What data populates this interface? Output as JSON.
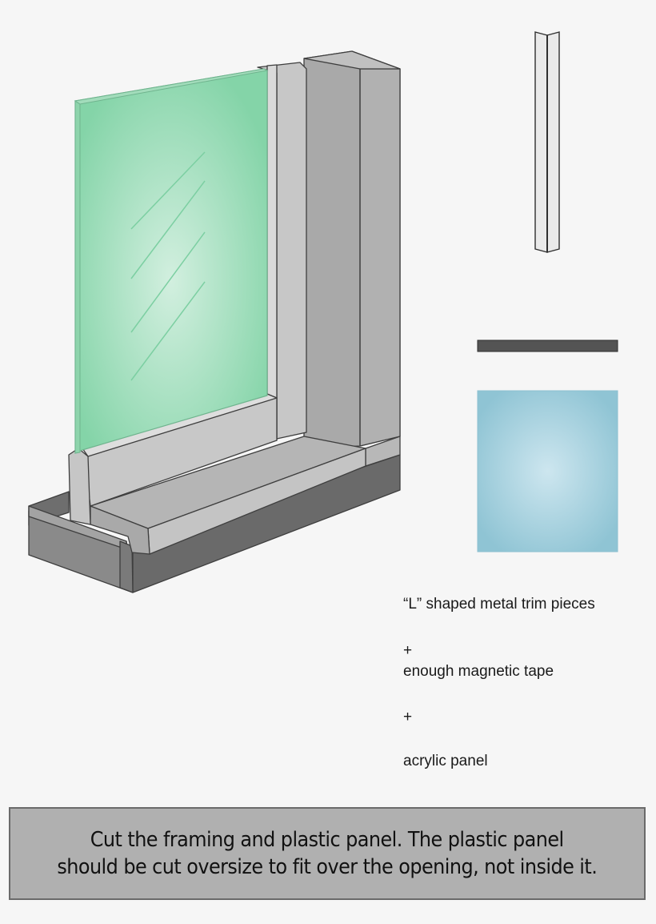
{
  "diagram": {
    "title": "Window insert assembly illustration",
    "components": [
      {
        "name": "window-frame-cross-section",
        "description": "Isometric window frame with sill and green acrylic panel mounted over opening"
      },
      {
        "name": "l-shaped-trim",
        "description": "L shaped metal trim piece"
      },
      {
        "name": "magnetic-tape",
        "description": "Dark strip of magnetic tape",
        "color": "#545454"
      },
      {
        "name": "acrylic-panel",
        "description": "Light blue acrylic panel",
        "color": "#8fc4d4"
      }
    ],
    "colors": {
      "background": "#f6f6f6",
      "green_panel": "#84d4a8",
      "frame_light": "#c8c8c8",
      "frame_mid": "#a8a8a8",
      "frame_dark": "#6a6a6a",
      "caption_bg": "#b0b0b0"
    }
  },
  "parts_list": {
    "item1": "“L” shaped metal trim pieces",
    "plus1": "+",
    "item2": " enough magnetic tape",
    "plus2": "+",
    "item3": "acrylic panel"
  },
  "caption": {
    "line1": "Cut the framing and plastic panel. The plastic panel",
    "line2": "should be cut oversize to fit over the opening, not inside it."
  }
}
